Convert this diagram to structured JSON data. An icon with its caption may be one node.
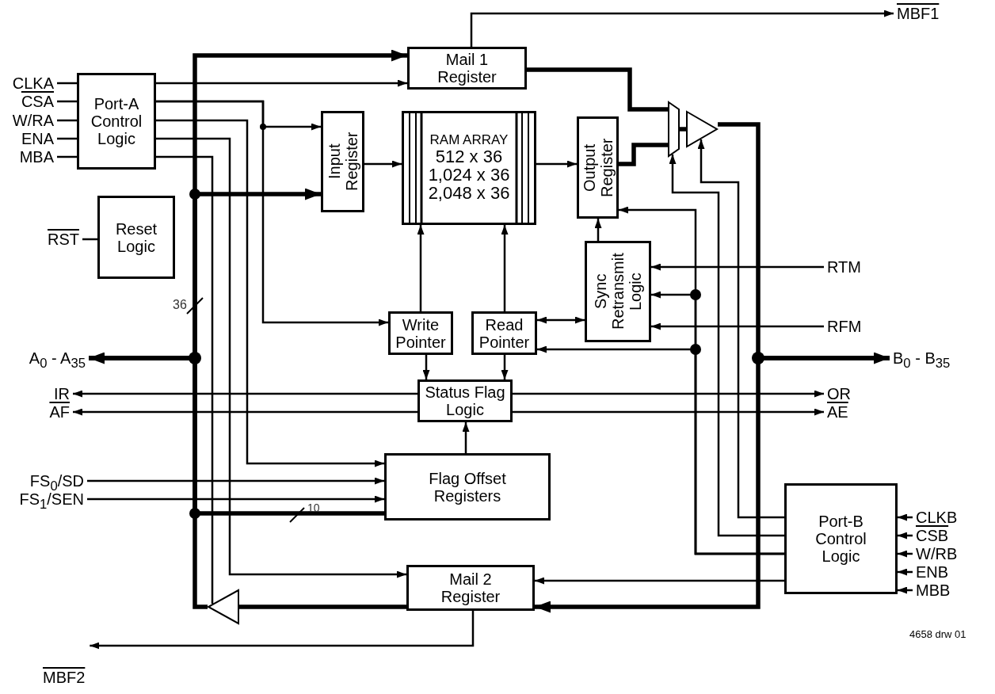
{
  "diagram": {
    "nodes": [
      {
        "text": [
          "Mail 1 Register"
        ]
      },
      {
        "text": [
          "MBF1"
        ]
      },
      {
        "text": [
          "CLKA"
        ]
      },
      {
        "text": [
          "CSA"
        ]
      },
      {
        "text": [
          "W/RA"
        ]
      },
      {
        "text": [
          "ENA"
        ]
      },
      {
        "text": [
          "MBA"
        ]
      },
      {
        "text": [
          "Port-A Control Logic"
        ]
      },
      {
        "text": [
          "Input Register"
        ]
      },
      {
        "text": [
          "RAM ARRAY",
          "512 x 36",
          "1,024 x 36",
          "2,048 x 36"
        ]
      },
      {
        "text": [
          "Output Register"
        ]
      },
      {
        "text": [],
        "shape": "trapezoid"
      },
      {
        "text": [],
        "shape": "triangle"
      },
      {
        "text": [
          "RST"
        ]
      },
      {
        "text": [
          "Reset Logic"
        ]
      },
      {
        "text": [
          "Sync Retransmit Logic"
        ]
      },
      {
        "text": [
          "RTM"
        ]
      },
      {
        "text": [
          "Write Pointer"
        ]
      },
      {
        "text": [
          "Read Pointer"
        ]
      },
      {
        "text": [
          "RFM"
        ]
      },
      {
        "text": [
          "A$_{0}$ - A$_{35}$"
        ]
      },
      {
        "text": [
          "B$_{0}$ - B$_{35}$"
        ]
      },
      {
        "text": [
          "IR"
        ]
      },
      {
        "text": [
          "Status Flag Logic"
        ]
      },
      {
        "text": [
          "OR"
        ]
      },
      {
        "text": [
          "AF"
        ]
      },
      {
        "text": [
          "AE"
        ]
      },
      {
        "text": [
          "FS$_{0}$/SD"
        ]
      },
      {
        "text": [
          "FS$_{1}$/SEN"
        ]
      },
      {
        "text": [
          "Flag Offset Registers"
        ]
      },
      {
        "text": [
          "CLKB"
        ]
      },
      {
        "text": [
          "CSB"
        ]
      },
      {
        "text": [
          "W/RB"
        ]
      },
      {
        "text": [
          "ENB"
        ]
      },
      {
        "text": [
          "MBB"
        ]
      },
      {
        "text": [
          "Port-B Control Logic"
        ]
      },
      {
        "text": [
          "Mail 2 Register"
        ]
      },
      {
        "text": [],
        "shape": "triangle"
      },
      {
        "text": [
          "MBF2"
        ]
      }
    ],
    "edges": [
      {
        "from": 0,
        "to": 1,
        "arrow": "to"
      },
      {
        "from": 2,
        "to": 7,
        "arrow": "none"
      },
      {
        "from": 3,
        "to": 7,
        "arrow": "none"
      },
      {
        "from": 4,
        "to": 7,
        "arrow": "none"
      },
      {
        "from": 5,
        "to": 7,
        "arrow": "none"
      },
      {
        "from": 6,
        "to": 7,
        "arrow": "none"
      },
      {
        "from": 7,
        "to": 0,
        "arrow": "to"
      },
      {
        "from": 7,
        "to": 8,
        "arrow": "to"
      },
      {
        "from": 7,
        "to": 17,
        "arrow": "to"
      },
      {
        "from": 7,
        "to": 29,
        "arrow": "to"
      },
      {
        "from": 7,
        "to": 36,
        "arrow": "to"
      },
      {
        "from": 7,
        "to": 37,
        "arrow": "none"
      },
      {
        "from": 13,
        "to": 14,
        "arrow": "none"
      },
      {
        "from": 20,
        "to": 0,
        "arrow": "to",
        "style": "thick"
      },
      {
        "from": 20,
        "to": 8,
        "arrow": "to",
        "style": "thick"
      },
      {
        "from": 20,
        "to": 29,
        "arrow": "none",
        "style": "thick"
      },
      {
        "from": 37,
        "to": 20,
        "arrow": "to",
        "style": "thick"
      },
      {
        "from": 8,
        "to": 9,
        "arrow": "to"
      },
      {
        "from": 9,
        "to": 10,
        "arrow": "to"
      },
      {
        "from": 10,
        "to": 11,
        "arrow": "none",
        "style": "thick"
      },
      {
        "from": 0,
        "to": 11,
        "arrow": "none",
        "style": "thick"
      },
      {
        "from": 11,
        "to": 12,
        "arrow": "none",
        "style": "thick"
      },
      {
        "from": 12,
        "to": 21,
        "arrow": "to",
        "style": "thick"
      },
      {
        "from": 21,
        "to": 36,
        "arrow": "to",
        "style": "thick"
      },
      {
        "from": 17,
        "to": 9,
        "arrow": "to"
      },
      {
        "from": 18,
        "to": 9,
        "arrow": "to"
      },
      {
        "from": 17,
        "to": 23,
        "arrow": "to"
      },
      {
        "from": 18,
        "to": 23,
        "arrow": "to"
      },
      {
        "from": 18,
        "to": 15,
        "arrow": "both"
      },
      {
        "from": 15,
        "to": 10,
        "arrow": "to"
      },
      {
        "from": 16,
        "to": 15,
        "arrow": "to"
      },
      {
        "from": 19,
        "to": 15,
        "arrow": "to"
      },
      {
        "from": 23,
        "to": 22,
        "arrow": "to"
      },
      {
        "from": 23,
        "to": 25,
        "arrow": "to"
      },
      {
        "from": 23,
        "to": 24,
        "arrow": "to"
      },
      {
        "from": 23,
        "to": 26,
        "arrow": "to"
      },
      {
        "from": 29,
        "to": 23,
        "arrow": "to"
      },
      {
        "from": 27,
        "to": 29,
        "arrow": "to"
      },
      {
        "from": 28,
        "to": 29,
        "arrow": "to"
      },
      {
        "from": 30,
        "to": 35,
        "arrow": "to"
      },
      {
        "from": 31,
        "to": 35,
        "arrow": "to"
      },
      {
        "from": 32,
        "to": 35,
        "arrow": "to"
      },
      {
        "from": 33,
        "to": 35,
        "arrow": "to"
      },
      {
        "from": 34,
        "to": 35,
        "arrow": "to"
      },
      {
        "from": 35,
        "to": 12,
        "arrow": "to"
      },
      {
        "from": 35,
        "to": 11,
        "arrow": "to"
      },
      {
        "from": 35,
        "to": 10,
        "arrow": "to"
      },
      {
        "from": 35,
        "to": 15,
        "arrow": "to"
      },
      {
        "from": 35,
        "to": 18,
        "arrow": "to"
      },
      {
        "from": 35,
        "to": 36,
        "arrow": "to"
      },
      {
        "from": 36,
        "to": 38,
        "arrow": "to"
      },
      {
        "from": 36,
        "to": 37,
        "arrow": "none",
        "style": "thick"
      }
    ],
    "labels": [
      "36",
      "10",
      "4658 drw 01"
    ]
  }
}
